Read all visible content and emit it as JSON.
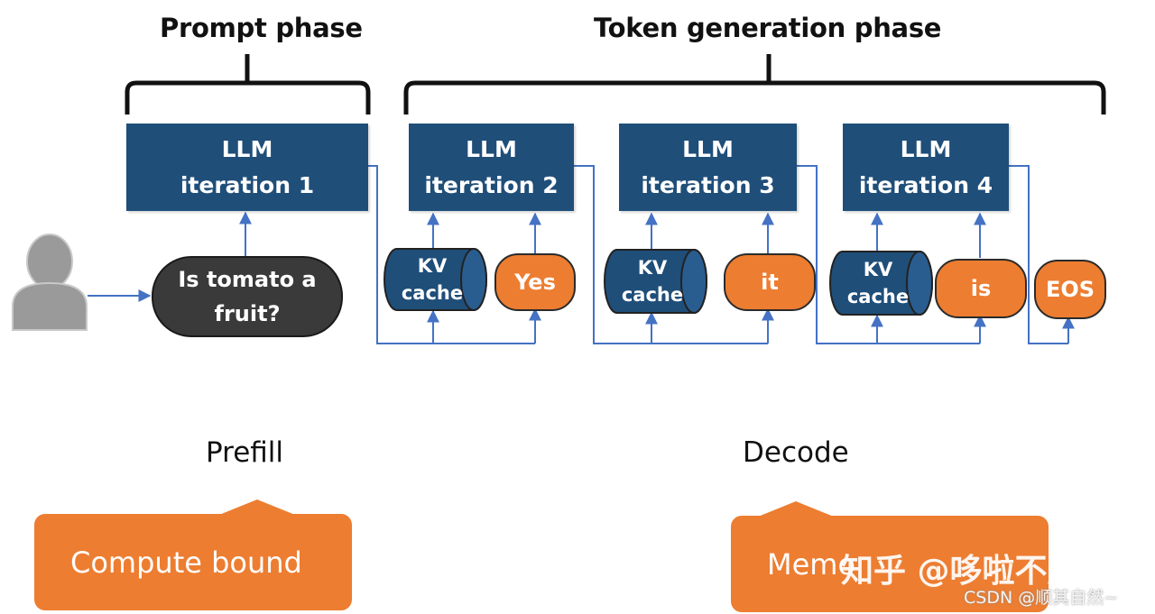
{
  "phases": {
    "prompt": "Prompt phase",
    "token_generation": "Token generation phase"
  },
  "llm_iterations": [
    {
      "line1": "LLM",
      "line2": "iteration 1"
    },
    {
      "line1": "LLM",
      "line2": "iteration 2"
    },
    {
      "line1": "LLM",
      "line2": "iteration 3"
    },
    {
      "line1": "LLM",
      "line2": "iteration 4"
    }
  ],
  "prompt_input": {
    "line1": "Is tomato a",
    "line2": "fruit?"
  },
  "kv_cache": {
    "line1": "KV",
    "line2": "cache"
  },
  "tokens": [
    "Yes",
    "it",
    "is",
    "EOS"
  ],
  "stages": {
    "prefill": "Prefill",
    "decode": "Decode"
  },
  "callouts": {
    "prefill": "Compute bound",
    "decode": "Memo"
  },
  "watermark": {
    "main": "知乎 @哆啦不是梦",
    "sub": "CSDN @顺其自然~"
  },
  "colors": {
    "llm_box": "#1f4e79",
    "token": "#ed7d31",
    "prompt_bubble": "#3a3a3a",
    "arrow": "#4472c4",
    "callout": "#ed7d31"
  }
}
